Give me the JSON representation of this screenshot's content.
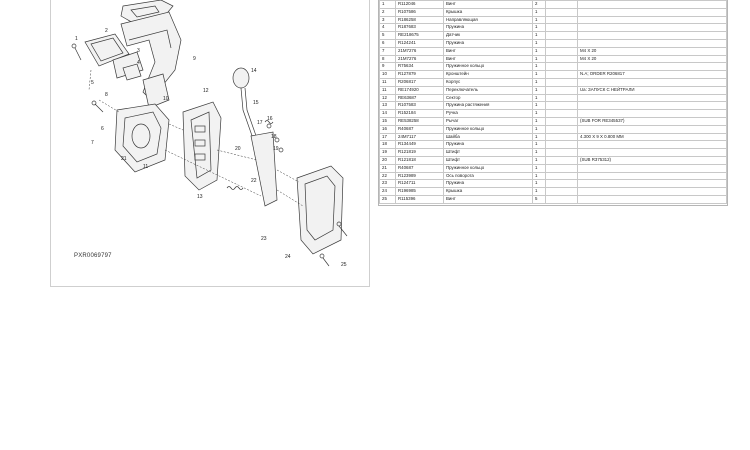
{
  "diagram": {
    "figure_id": "PXR0069797",
    "callouts": [
      "1",
      "2",
      "3",
      "4",
      "5",
      "6",
      "7",
      "8",
      "9",
      "10",
      "11",
      "12",
      "13",
      "14",
      "15",
      "16",
      "17",
      "18",
      "19",
      "20",
      "21",
      "22",
      "23",
      "24",
      "25"
    ]
  },
  "parts": [
    {
      "no": "1",
      "part": "R112046",
      "desc": "Винт",
      "qty": "2",
      "remark": ""
    },
    {
      "no": "2",
      "part": "R107586",
      "desc": "Крышка",
      "qty": "1",
      "remark": ""
    },
    {
      "no": "3",
      "part": "R186258",
      "desc": "Направляющая",
      "qty": "1",
      "remark": ""
    },
    {
      "no": "4",
      "part": "R187683",
      "desc": "Пружина",
      "qty": "1",
      "remark": ""
    },
    {
      "no": "5",
      "part": "RE218675",
      "desc": "Датчик",
      "qty": "1",
      "remark": ""
    },
    {
      "no": "6",
      "part": "R124241",
      "desc": "Пружина",
      "qty": "1",
      "remark": ""
    },
    {
      "no": "7",
      "part": "21M7276",
      "desc": "Винт",
      "qty": "1",
      "remark": "M4 X 20"
    },
    {
      "no": "8",
      "part": "21M7276",
      "desc": "Винт",
      "qty": "1",
      "remark": "M4 X 20"
    },
    {
      "no": "9",
      "part": "R75634",
      "desc": "Пружинное кольцо",
      "qty": "1",
      "remark": ""
    },
    {
      "no": "10",
      "part": "R127879",
      "desc": "Кронштейн",
      "qty": "1",
      "remark": "N.A; ORDER R206817"
    },
    {
      "no": "11",
      "part": "R206817",
      "desc": "Корпус",
      "qty": "1",
      "remark": ""
    },
    {
      "no": "11",
      "part": "RE174920",
      "desc": "Переключатель",
      "qty": "1",
      "remark": "Ua: ЗАПУСК С НЕЙТРАЛИ"
    },
    {
      "no": "12",
      "part": "RE63687",
      "desc": "Сектор",
      "qty": "1",
      "remark": ""
    },
    {
      "no": "13",
      "part": "R107583",
      "desc": "Пружина растяжения",
      "qty": "1",
      "remark": ""
    },
    {
      "no": "14",
      "part": "R152184",
      "desc": "Ручка",
      "qty": "1",
      "remark": ""
    },
    {
      "no": "15",
      "part": "RE538258",
      "desc": "Рычаг",
      "qty": "1",
      "remark": "(SUB FOR RE345537)"
    },
    {
      "no": "16",
      "part": "R40687",
      "desc": "Пружинное кольцо",
      "qty": "1",
      "remark": ""
    },
    {
      "no": "17",
      "part": "24M7117",
      "desc": "Шайба",
      "qty": "1",
      "remark": "4.300 X 9 X 0.800 MM"
    },
    {
      "no": "18",
      "part": "R134449",
      "desc": "Пружина",
      "qty": "1",
      "remark": ""
    },
    {
      "no": "19",
      "part": "R121819",
      "desc": "Штифт",
      "qty": "1",
      "remark": ""
    },
    {
      "no": "20",
      "part": "R121818",
      "desc": "Штифт",
      "qty": "1",
      "remark": "(SUB R375312)"
    },
    {
      "no": "21",
      "part": "R40687",
      "desc": "Пружинное кольцо",
      "qty": "1",
      "remark": ""
    },
    {
      "no": "22",
      "part": "R123989",
      "desc": "Ось поворота",
      "qty": "1",
      "remark": ""
    },
    {
      "no": "23",
      "part": "R124711",
      "desc": "Пружина",
      "qty": "1",
      "remark": ""
    },
    {
      "no": "24",
      "part": "R196985",
      "desc": "Крышка",
      "qty": "1",
      "remark": ""
    },
    {
      "no": "25",
      "part": "R115396",
      "desc": "Винт",
      "qty": "5",
      "remark": ""
    }
  ]
}
